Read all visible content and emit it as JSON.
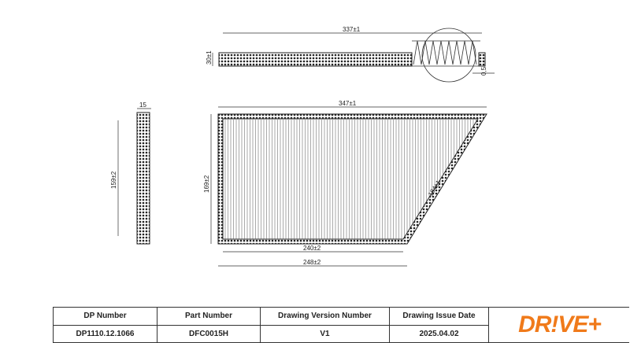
{
  "dimensions": {
    "top_length": "337±1",
    "top_height": "30±1",
    "pleat_gap": "0,5",
    "side_width": "15",
    "side_height": "159±2",
    "main_width": "347±1",
    "main_height": "169±2",
    "diagonal": "184±1",
    "bottom_inner": "240±2",
    "bottom_outer": "248±2"
  },
  "title_block": {
    "headers": [
      "DP Number",
      "Part Number",
      "Drawing Version Number",
      "Drawing Issue Date"
    ],
    "values": [
      "DP1110.12.1066",
      "DFC0015H",
      "V1",
      "2025.04.02"
    ],
    "logo": "DR!VE+"
  },
  "colors": {
    "brand": "#f07a1a"
  }
}
